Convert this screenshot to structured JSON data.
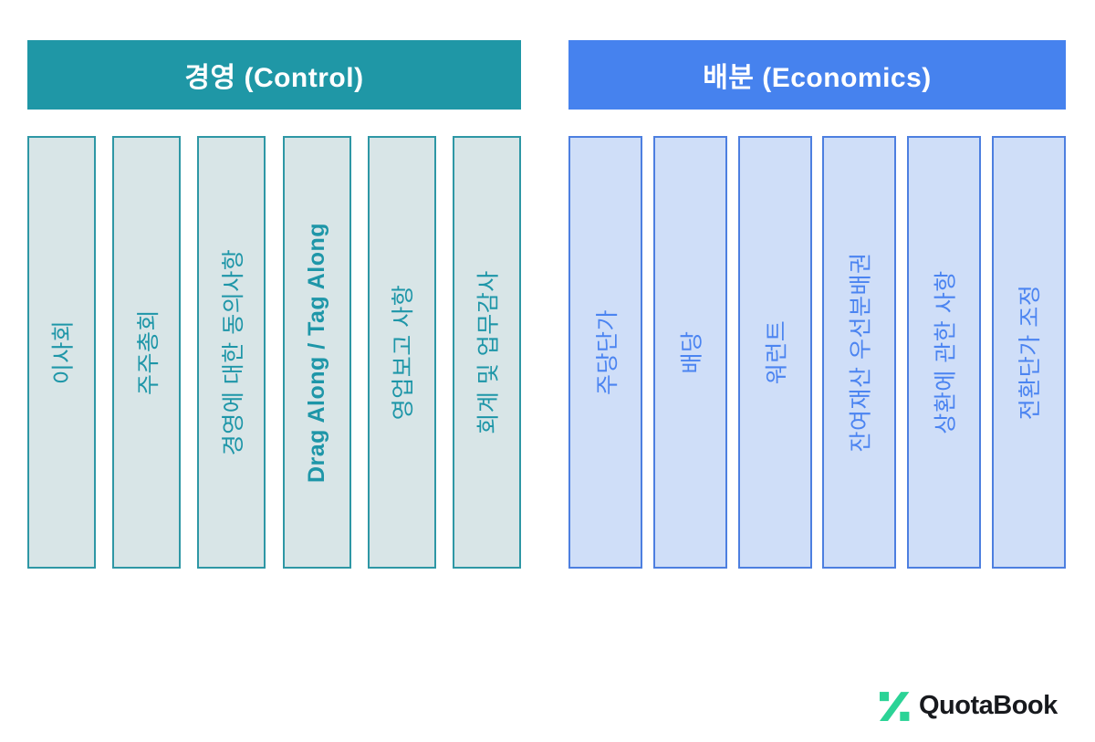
{
  "sections": [
    {
      "id": "control",
      "title": "경영 (Control)",
      "items": [
        "이사회",
        "주주총회",
        "경영에 대한 동의사항",
        "Drag Along / Tag Along",
        "영업보고 사항",
        "회계 및 업무감사"
      ]
    },
    {
      "id": "economics",
      "title": "배분 (Economics)",
      "items": [
        "주당단가",
        "배당",
        "워런트",
        "잔여재산 우선분배권",
        "상환에 관한 사항",
        "전환단가 조정"
      ]
    }
  ],
  "logo": {
    "text": "QuotaBook",
    "icon": "percent-mark-icon"
  },
  "colors": {
    "control-header-bg": "#1f97a6",
    "economics-header-bg": "#4682ee",
    "control-pill-bg": "#d8e5e7",
    "control-pill-border": "#2e97a5",
    "control-text": "#1e96a8",
    "economics-pill-bg": "#cfdef8",
    "economics-pill-border": "#4d7fe0",
    "economics-text": "#4b84f1",
    "logo-green": "#2bd396",
    "logo-text-color": "#17191d"
  }
}
